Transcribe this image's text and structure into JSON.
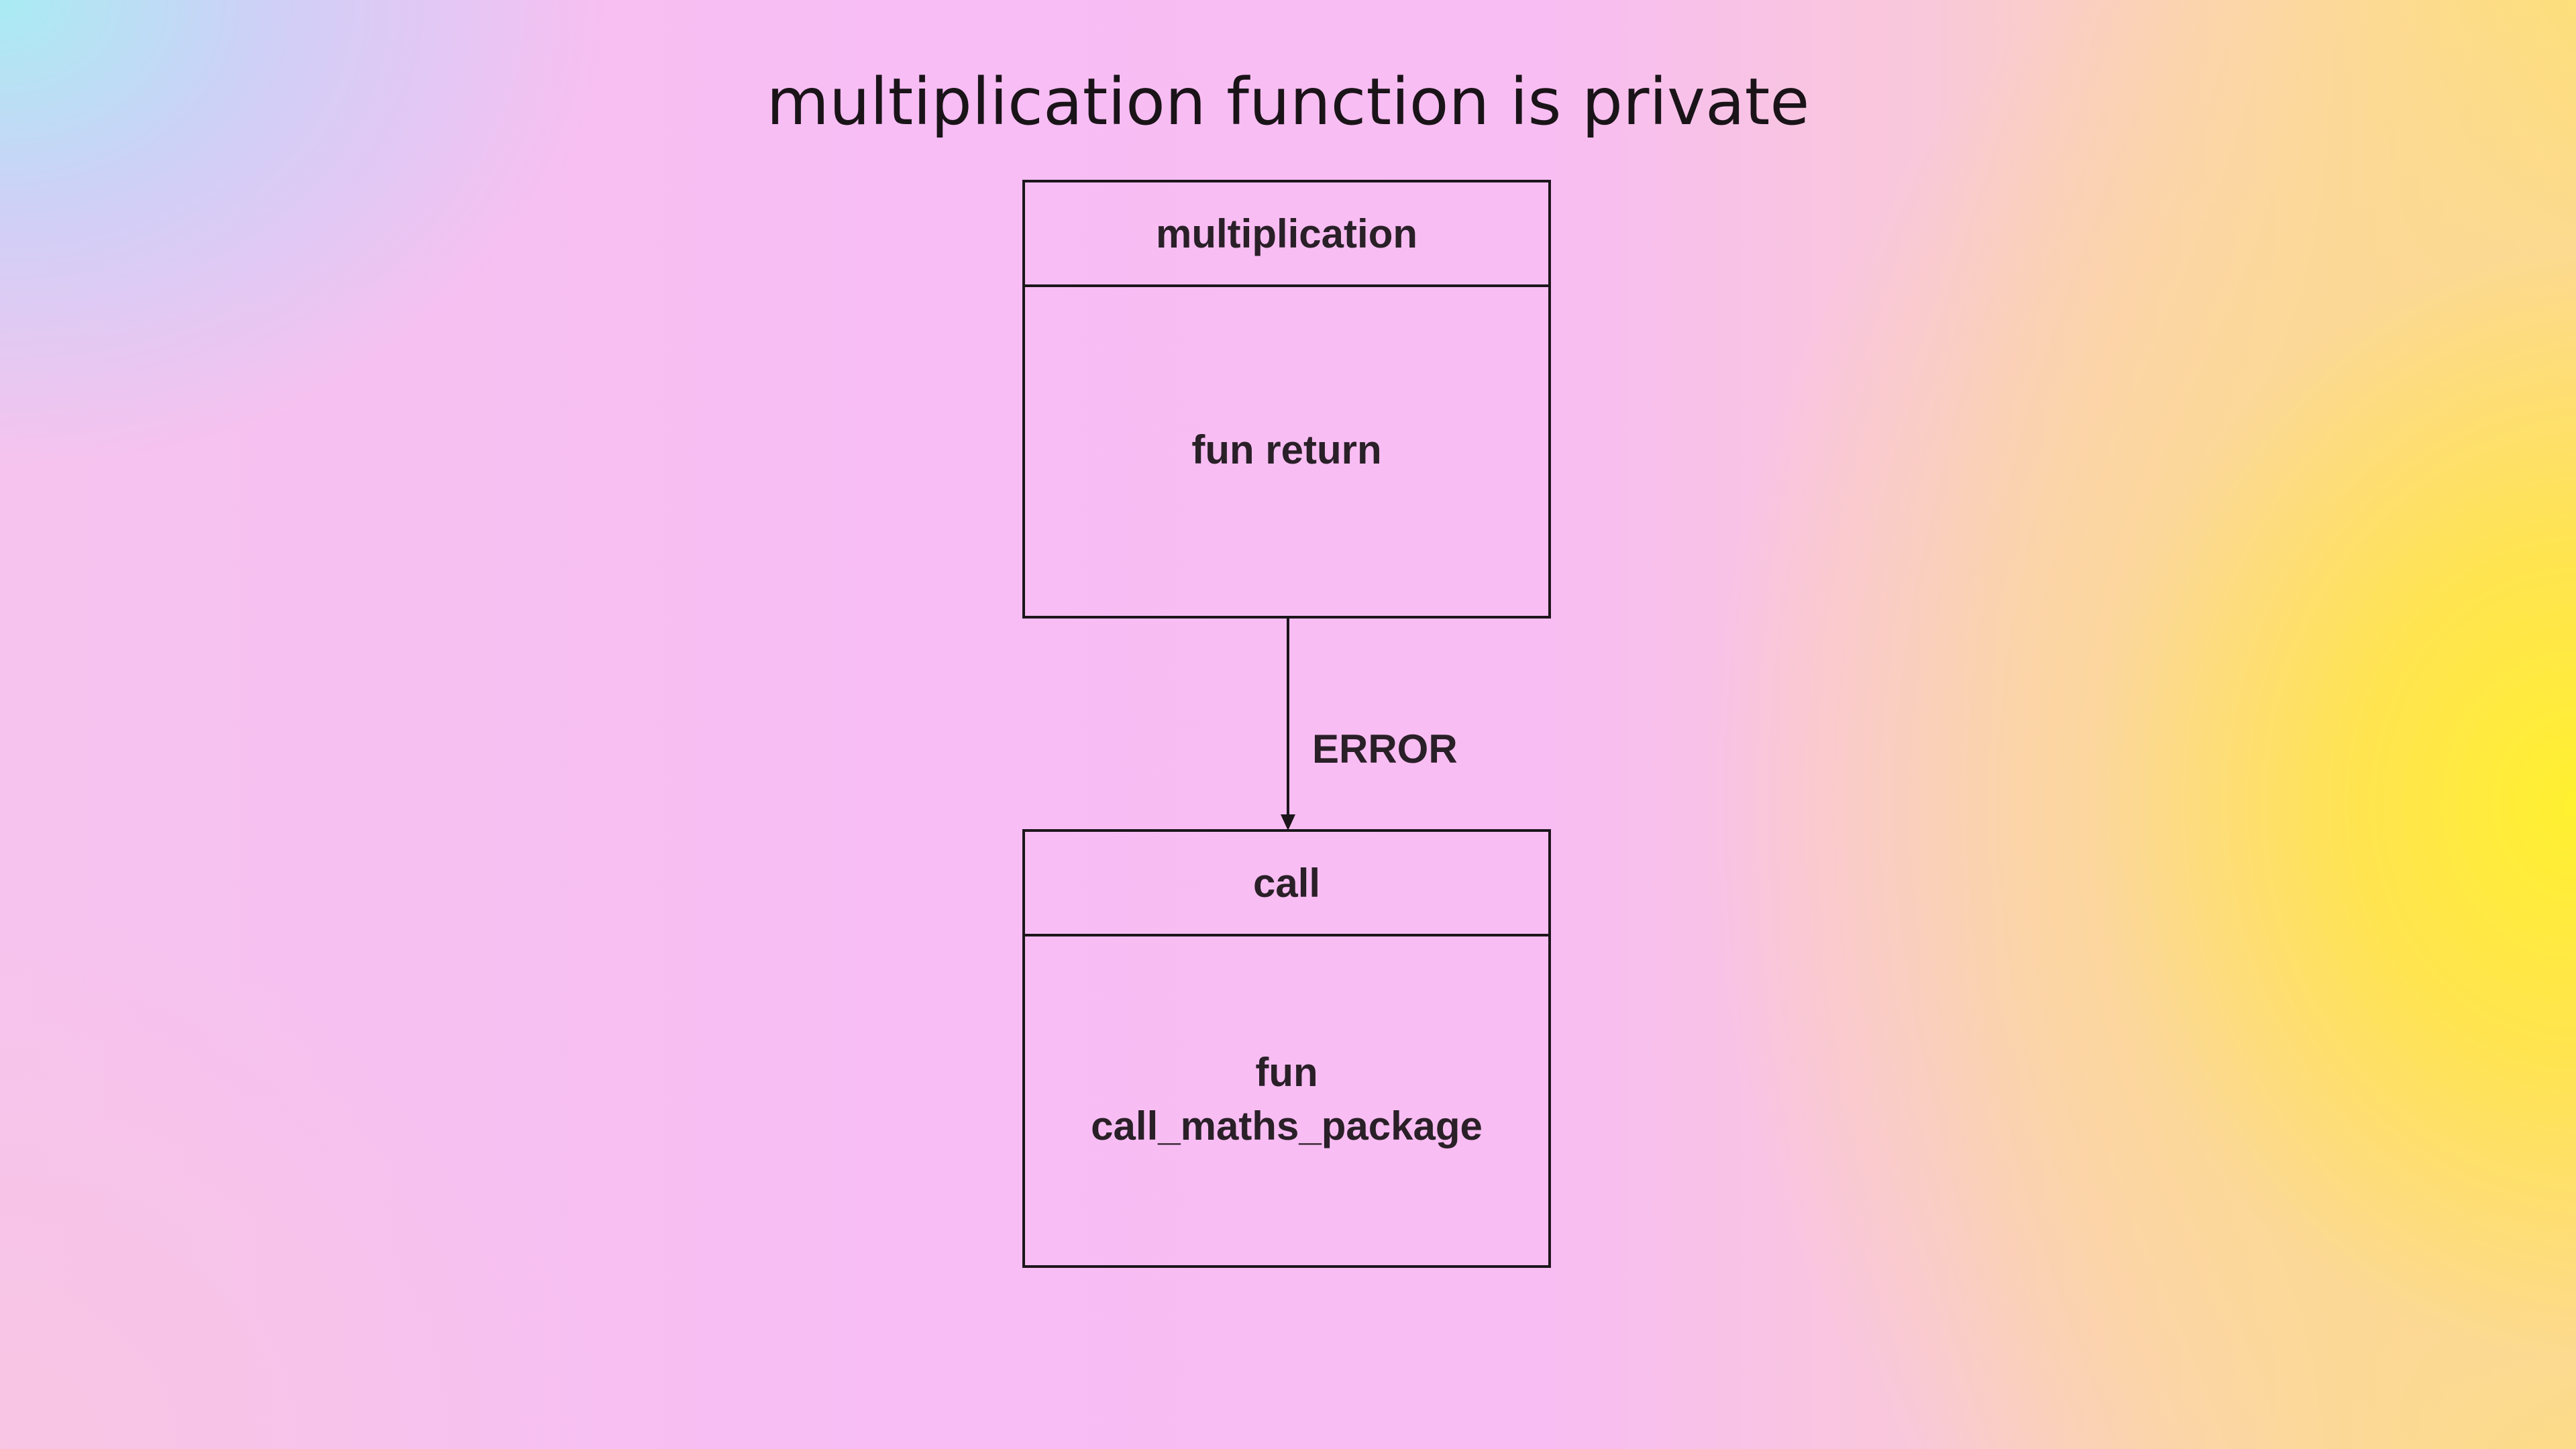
{
  "title": "multiplication function is private",
  "nodes": [
    {
      "header": "multiplication",
      "body_lines": [
        "fun return"
      ]
    },
    {
      "header": "call",
      "body_lines": [
        "fun",
        "call_maths_package"
      ]
    }
  ],
  "edges": [
    {
      "from": "multiplication",
      "to": "call",
      "label": "ERROR"
    }
  ],
  "colors": {
    "stroke": "#1c161b",
    "text": "#2a2028"
  }
}
